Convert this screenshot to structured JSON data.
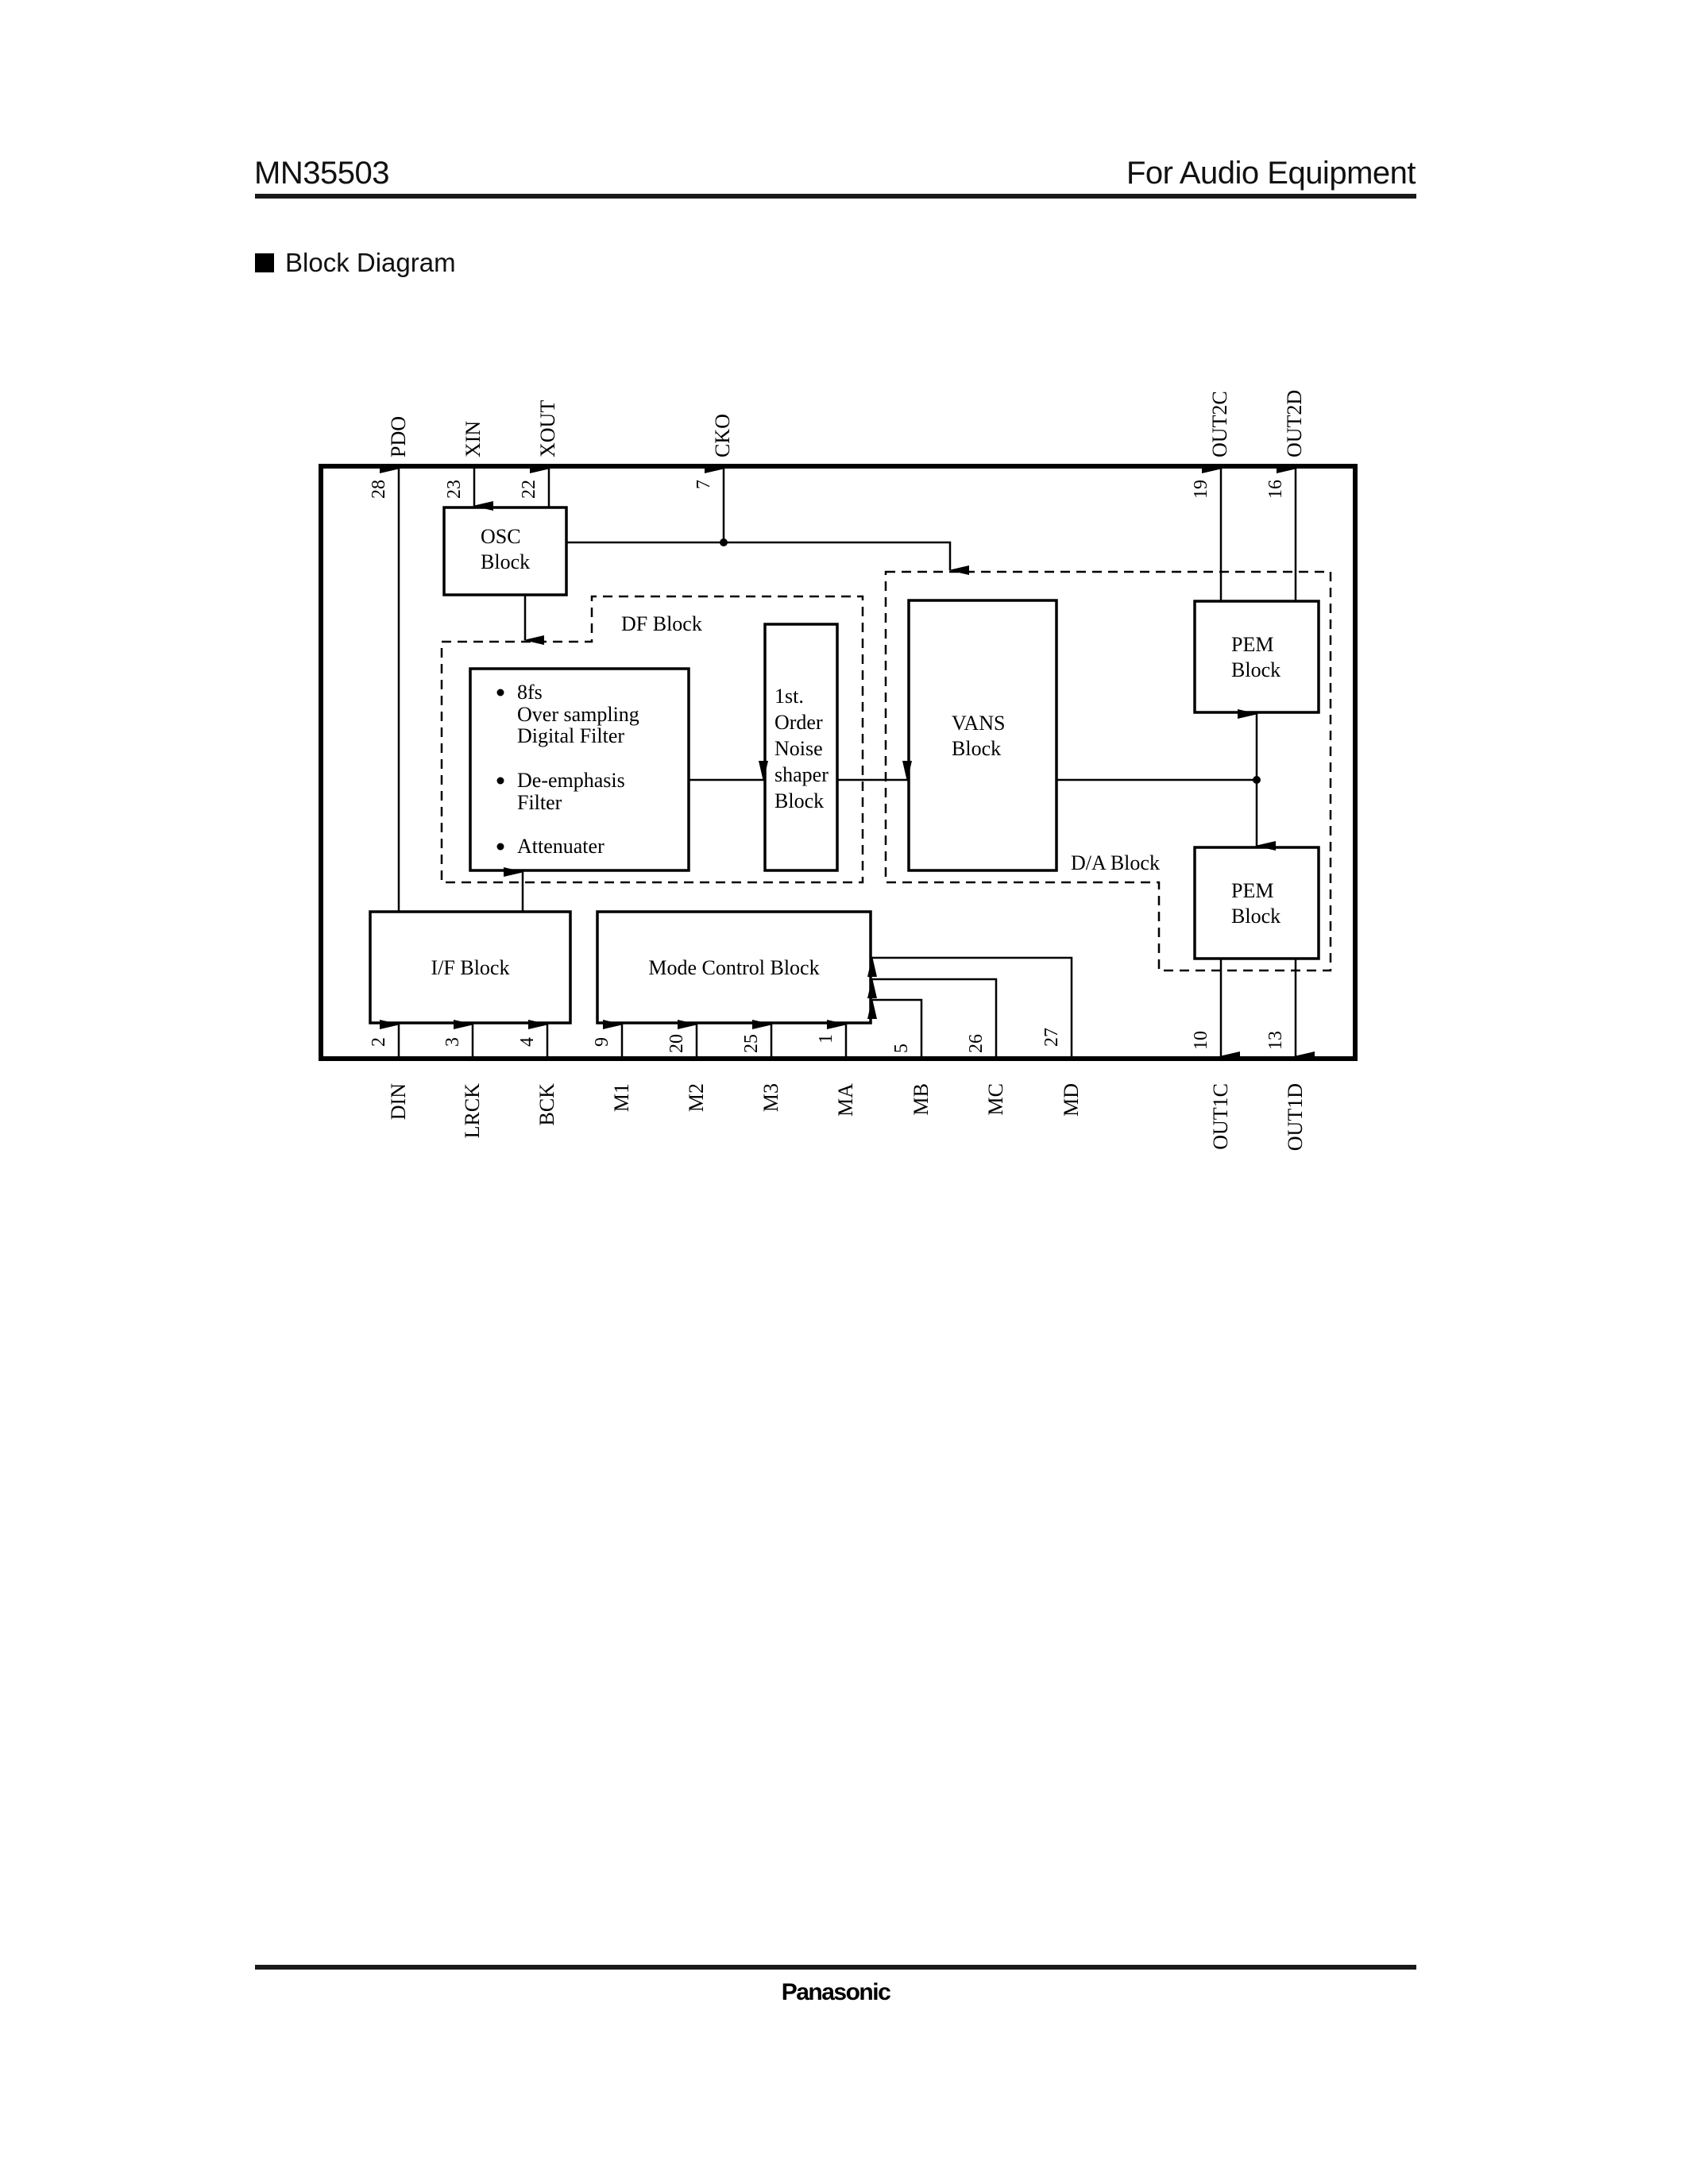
{
  "header": {
    "part_number": "MN35503",
    "category": "For Audio Equipment"
  },
  "section": {
    "title": "Block Diagram",
    "bullet_icon": "filled-square"
  },
  "diagram": {
    "blocks": {
      "osc": [
        "OSC",
        "Block"
      ],
      "df_group_label": "DF Block",
      "filter_items": [
        {
          "bullet": "•",
          "lines": [
            "8fs",
            "Over sampling",
            "Digital Filter"
          ]
        },
        {
          "bullet": "•",
          "lines": [
            "De-emphasis",
            "Filter"
          ]
        },
        {
          "bullet": "•",
          "lines": [
            "Attenuater"
          ]
        }
      ],
      "noise_shaper": [
        "1st.",
        "Order",
        "Noise",
        "shaper",
        "Block"
      ],
      "vans": [
        "VANS",
        "Block"
      ],
      "da_group_label": "D/A Block",
      "pem_top": [
        "PEM",
        "Block"
      ],
      "pem_bottom": [
        "PEM",
        "Block"
      ],
      "if_block": "I/F Block",
      "mode_control": "Mode Control Block"
    },
    "top_pins": [
      {
        "number": "28",
        "name": "PDO",
        "direction": "out"
      },
      {
        "number": "23",
        "name": "XIN",
        "direction": "in"
      },
      {
        "number": "22",
        "name": "XOUT",
        "direction": "out"
      },
      {
        "number": "7",
        "name": "CKO",
        "direction": "out"
      },
      {
        "number": "19",
        "name": "OUT2C",
        "direction": "out"
      },
      {
        "number": "16",
        "name": "OUT2D",
        "direction": "out"
      }
    ],
    "bottom_pins": [
      {
        "number": "2",
        "name": "DIN",
        "direction": "in"
      },
      {
        "number": "3",
        "name": "LRCK",
        "direction": "in"
      },
      {
        "number": "4",
        "name": "BCK",
        "direction": "in"
      },
      {
        "number": "9",
        "name": "M1",
        "direction": "in"
      },
      {
        "number": "20",
        "name": "M2",
        "direction": "in"
      },
      {
        "number": "25",
        "name": "M3",
        "direction": "in"
      },
      {
        "number": "1",
        "name": "MA",
        "direction": "in"
      },
      {
        "number": "5",
        "name": "MB",
        "direction": "in"
      },
      {
        "number": "26",
        "name": "MC",
        "direction": "in"
      },
      {
        "number": "27",
        "name": "MD",
        "direction": "in"
      },
      {
        "number": "10",
        "name": "OUT1C",
        "direction": "out"
      },
      {
        "number": "13",
        "name": "OUT1D",
        "direction": "out"
      }
    ]
  },
  "footer": {
    "brand": "Panasonic"
  }
}
